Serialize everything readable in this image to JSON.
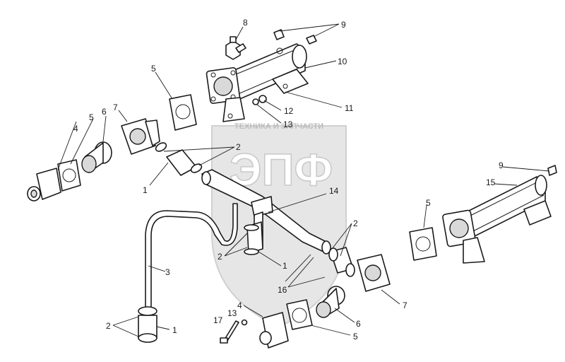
{
  "watermark": {
    "text_top": "ТЕХНИКА И ЗАПЧАСТИ",
    "text_main": "ЭПФ"
  },
  "callouts": {
    "c1a": "1",
    "c1b": "1",
    "c1c": "1",
    "c2a": "2",
    "c2b": "2",
    "c2c": "2",
    "c2d": "2",
    "c3": "3",
    "c4a": "4",
    "c4b": "4",
    "c5a": "5",
    "c5b": "5",
    "c5c": "5",
    "c5d": "5",
    "c6a": "6",
    "c6b": "6",
    "c7a": "7",
    "c7b": "7",
    "c8": "8",
    "c9a": "9",
    "c9b": "9",
    "c10": "10",
    "c11": "11",
    "c12": "12",
    "c13a": "13",
    "c13b": "13",
    "c14": "14",
    "c15": "15",
    "c16": "16",
    "c17": "17"
  }
}
